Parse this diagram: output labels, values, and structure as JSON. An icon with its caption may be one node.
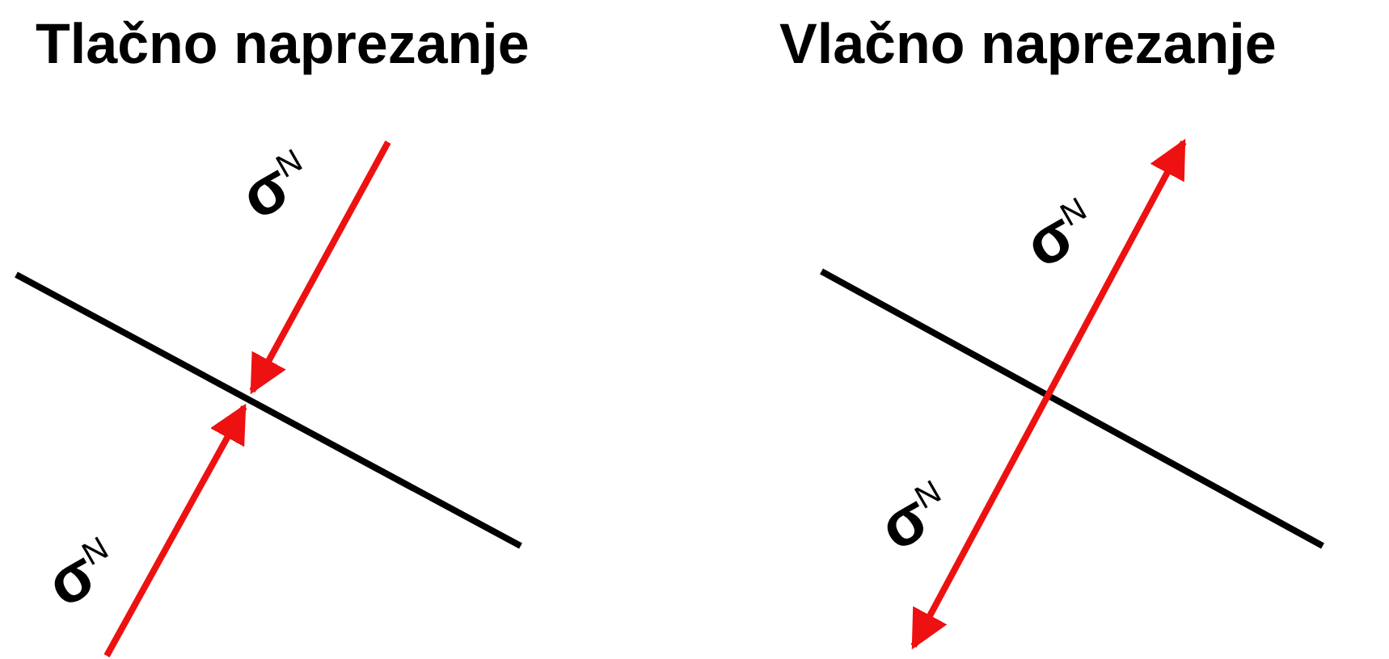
{
  "diagram": {
    "labels": [
      "Tlačno naprezanje",
      "Vlačno naprezanje",
      "σ$^{N}$",
      "σ$^{N}$",
      "σ$^{N}$",
      "σ$^{N}$"
    ]
  }
}
